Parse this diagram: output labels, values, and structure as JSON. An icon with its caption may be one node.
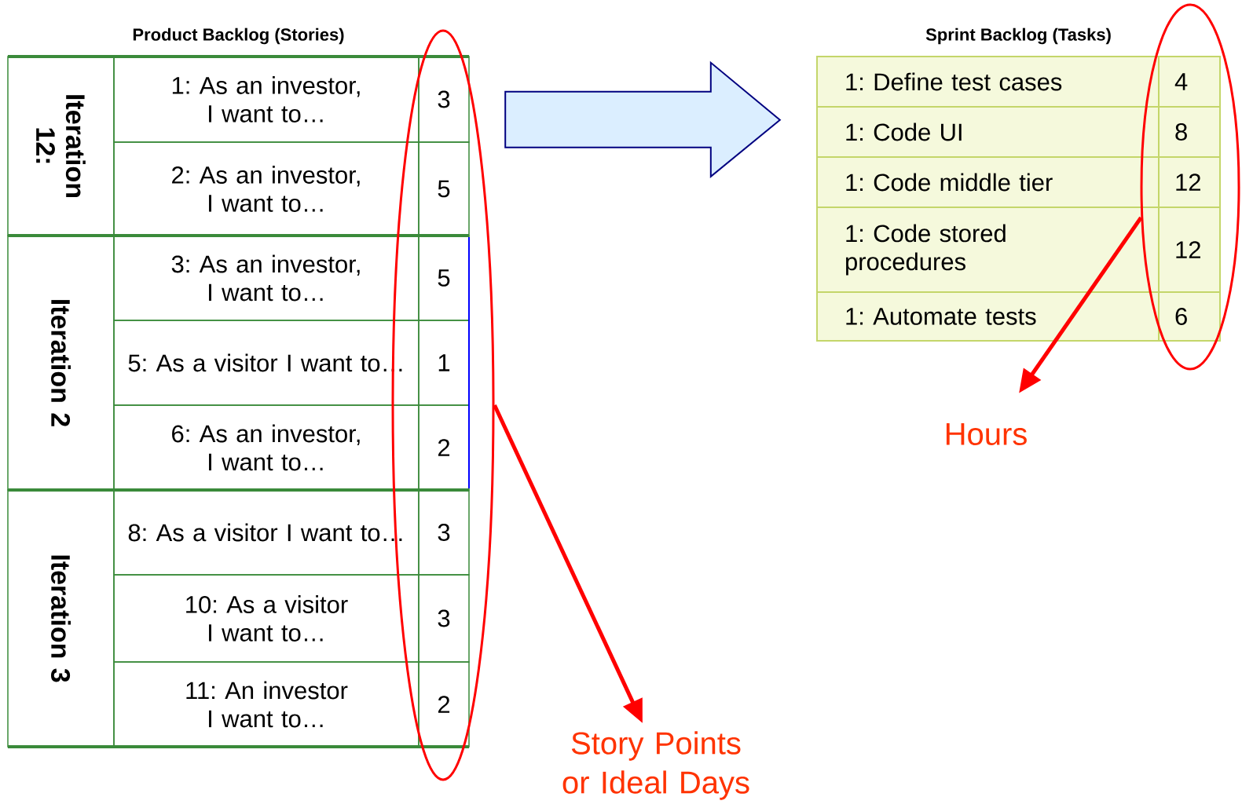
{
  "diagram": {
    "nodes": [
      {
        "text": [
          "Product Backlog (Stories)"
        ]
      },
      {
        "text": [
          "Sprint Backlog (Tasks)"
        ]
      },
      {
        "text": [],
        "shape": "ellipse"
      },
      {
        "text": [],
        "shape": "ellipse"
      },
      {
        "text": [
          "Story Points or Ideal Days"
        ]
      },
      {
        "text": [
          "Hours"
        ]
      }
    ],
    "edges": [
      {
        "from": 0,
        "to": 1,
        "arrow": "to",
        "style": "thick"
      },
      {
        "from": 2,
        "to": 4,
        "arrow": "to",
        "color": "#ff0000"
      },
      {
        "from": 3,
        "to": 5,
        "arrow": "to",
        "color": "#ff0000"
      }
    ],
    "labels": [
      "Iteration 12:",
      "1: As an investor, I want to…",
      "3",
      "2: As an investor, I want to…",
      "5",
      "Iteration 2",
      "3: As an investor, I want to…",
      "5",
      "5: As a visitor I want to…",
      "1",
      "6: As an investor, I want to…",
      "2",
      "Iteration 3",
      "8: As a visitor I want to…",
      "3",
      "10: As a visitor I want to…",
      "3",
      "11: An investor I want to…",
      "2",
      "1: Define test cases",
      "4",
      "1: Code UI",
      "8",
      "1: Code middle tier",
      "12",
      "1: Code stored procedures",
      "12",
      "1: Automate tests",
      "6"
    ]
  }
}
